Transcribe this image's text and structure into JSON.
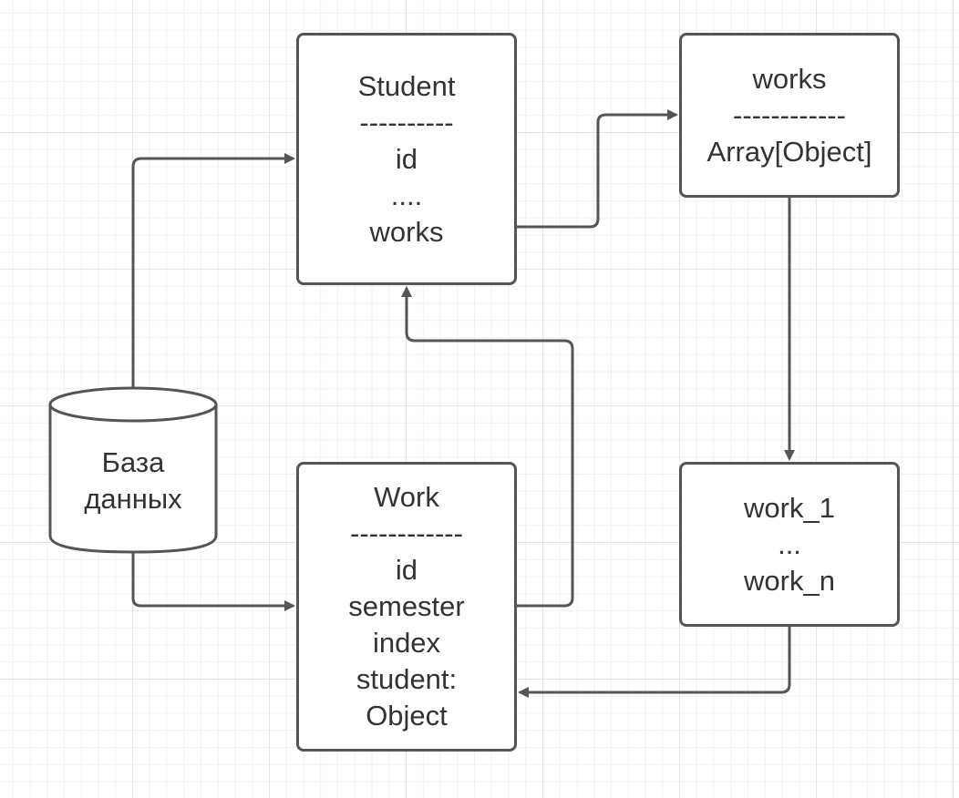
{
  "diagram": {
    "database": {
      "lines": [
        "База",
        "данных"
      ]
    },
    "student": {
      "lines": [
        "Student",
        "----------",
        "id",
        "....",
        "works"
      ]
    },
    "works": {
      "lines": [
        "works",
        "------------",
        "Array[Object]"
      ]
    },
    "work": {
      "lines": [
        "Work",
        "------------",
        "id",
        "semester",
        "index",
        "student:",
        "Object"
      ]
    },
    "work_list": {
      "lines": [
        "work_1",
        "...",
        "work_n"
      ]
    }
  },
  "colors": {
    "stroke": "#555555",
    "text": "#333333",
    "grid": "#e4e4e4"
  }
}
